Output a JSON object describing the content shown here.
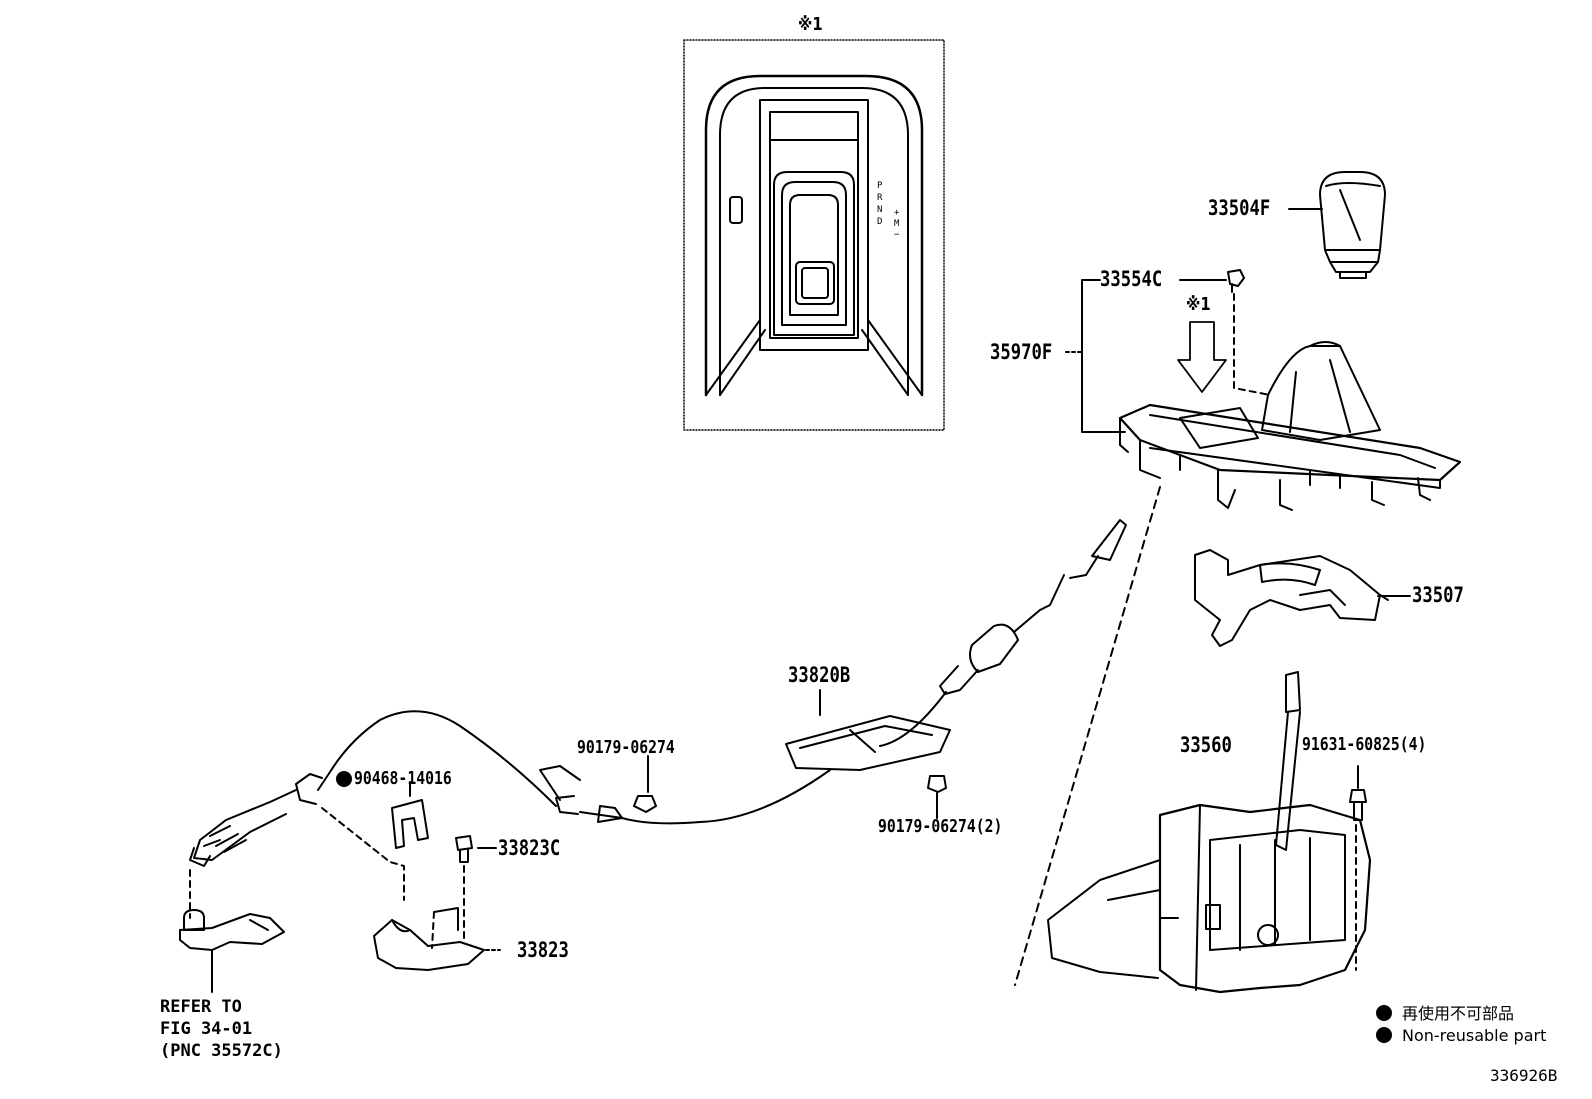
{
  "inset": {
    "marker": "※1",
    "shift_letters": [
      "P",
      "R",
      "N",
      "D"
    ],
    "mode_plus": "+",
    "mode_m": "M",
    "mode_minus": "−"
  },
  "parts": {
    "p33504F": "33504F",
    "p33554C": "33554C",
    "p35970F": "35970F",
    "p33507": "33507",
    "p33560": "33560",
    "p91631": "91631-60825(4)",
    "p33820B": "33820B",
    "p90179a": "90179-06274",
    "p90179b": "90179-06274(2)",
    "p90468": "90468-14016",
    "p33823C": "33823C",
    "p33823": "33823"
  },
  "arrow_marker": "※1",
  "reference": {
    "line1": "REFER TO",
    "line2": "FIG 34-01",
    "line3": "(PNC 35572C)"
  },
  "legend": {
    "jp": "再使用不可部品",
    "en": "Non-reusable part"
  },
  "figure_code": "336926B",
  "colors": {
    "ink": "#000000",
    "background": "#ffffff"
  }
}
